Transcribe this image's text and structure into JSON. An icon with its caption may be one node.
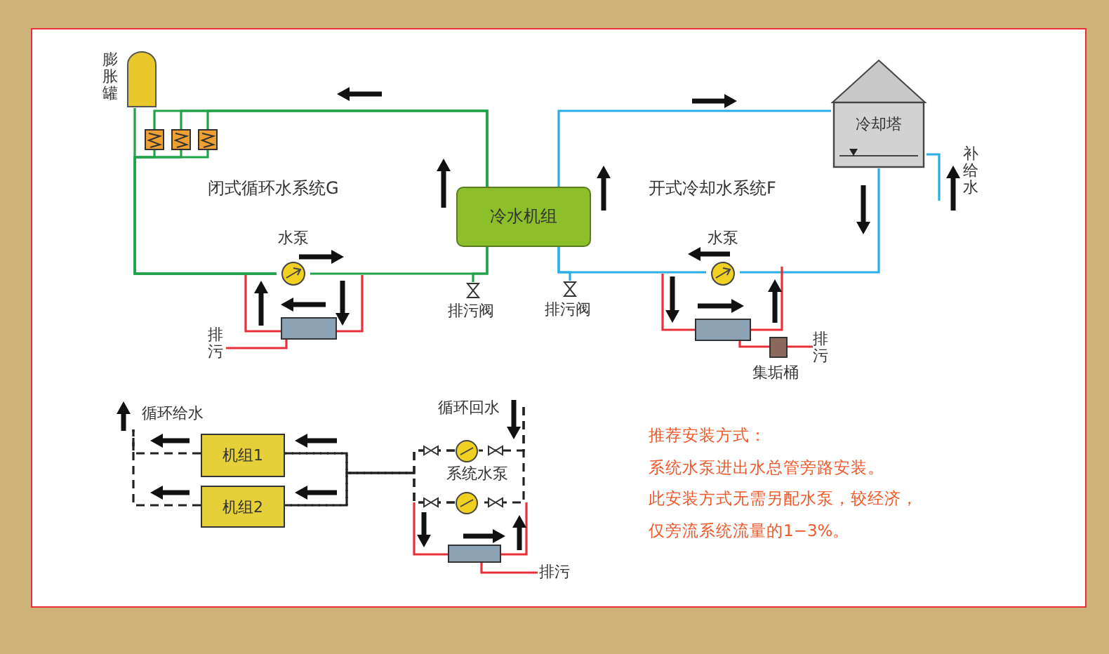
{
  "diagram": {
    "nodes": [
      {
        "text": [
          "膨胀罐"
        ]
      },
      {
        "text": [],
        "shape": "box"
      },
      {
        "text": [],
        "shape": "box"
      },
      {
        "text": [],
        "shape": "box"
      },
      {
        "text": [
          "冷水机组"
        ]
      },
      {
        "text": [
          "冷却塔"
        ]
      },
      {
        "text": [
          "水泵"
        ]
      },
      {
        "text": [],
        "shape": "box"
      },
      {
        "text": [
          "排污"
        ]
      },
      {
        "text": [
          "排污阀"
        ]
      },
      {
        "text": [
          "排污阀"
        ]
      },
      {
        "text": [
          "水泵"
        ]
      },
      {
        "text": [],
        "shape": "box"
      },
      {
        "text": [],
        "shape": "box",
        "beside": [
          "集垢桶"
        ]
      },
      {
        "text": [
          "排污"
        ]
      },
      {
        "text": [
          "机组1"
        ]
      },
      {
        "text": [
          "机组2"
        ]
      },
      {
        "text": [],
        "shape": "circle"
      },
      {
        "text": [],
        "shape": "circle"
      },
      {
        "text": [],
        "shape": "box"
      },
      {
        "text": [
          "排污"
        ]
      }
    ],
    "edges": [
      {
        "from": 0,
        "to": 6,
        "arrow": "none",
        "color": "#22a34a"
      },
      {
        "from": 4,
        "to": 1,
        "arrow": "none",
        "color": "#22a34a"
      },
      {
        "from": 4,
        "to": 2,
        "arrow": "none",
        "color": "#22a34a"
      },
      {
        "from": 4,
        "to": 3,
        "arrow": "none",
        "color": "#22a34a"
      },
      {
        "from": 1,
        "to": 6,
        "arrow": "none",
        "color": "#22a34a"
      },
      {
        "from": 2,
        "to": 6,
        "arrow": "none",
        "color": "#22a34a"
      },
      {
        "from": 3,
        "to": 6,
        "arrow": "none",
        "color": "#22a34a"
      },
      {
        "from": 6,
        "to": 4,
        "arrow": "none",
        "color": "#22a34a"
      },
      {
        "from": 4,
        "to": 9,
        "arrow": "none",
        "color": "#22a34a"
      },
      {
        "from": 7,
        "to": 8,
        "arrow": "none",
        "color": "#e8303a"
      },
      {
        "from": 7,
        "to": null,
        "arrow": "none",
        "color": "#e8303a"
      },
      {
        "from": 7,
        "to": null,
        "arrow": "none",
        "color": "#e8303a"
      },
      {
        "from": 4,
        "to": 5,
        "arrow": "none",
        "color": "#29aee6"
      },
      {
        "from": 5,
        "to": 11,
        "arrow": "none",
        "color": "#29aee6"
      },
      {
        "from": 11,
        "to": 4,
        "arrow": "none",
        "color": "#29aee6"
      },
      {
        "from": 4,
        "to": 10,
        "arrow": "none",
        "color": "#29aee6"
      },
      {
        "from": null,
        "to": 5,
        "arrow": "none",
        "color": "#29aee6"
      },
      {
        "from": 12,
        "to": null,
        "arrow": "none",
        "color": "#e8303a"
      },
      {
        "from": 12,
        "to": null,
        "arrow": "none",
        "color": "#e8303a"
      },
      {
        "from": 12,
        "to": 13,
        "arrow": "none",
        "color": "#e8303a"
      },
      {
        "from": 13,
        "to": 14,
        "arrow": "none",
        "color": "#e8303a"
      },
      {
        "from": 17,
        "to": 15,
        "arrow": "none",
        "style": "dashed",
        "color": "#222222"
      },
      {
        "from": 17,
        "to": 16,
        "arrow": "none",
        "style": "dashed",
        "color": "#222222"
      },
      {
        "from": 18,
        "to": 15,
        "arrow": "none",
        "style": "dashed",
        "color": "#222222"
      },
      {
        "from": 18,
        "to": 16,
        "arrow": "none",
        "style": "dashed",
        "color": "#222222"
      },
      {
        "from": null,
        "to": 17,
        "arrow": "none",
        "style": "dashed",
        "color": "#222222"
      },
      {
        "from": null,
        "to": 18,
        "arrow": "none",
        "style": "dashed",
        "color": "#222222"
      },
      {
        "from": 15,
        "to": null,
        "arrow": "none",
        "style": "dashed",
        "color": "#222222"
      },
      {
        "from": 16,
        "to": null,
        "arrow": "none",
        "style": "dashed",
        "color": "#222222"
      },
      {
        "from": 19,
        "to": null,
        "arrow": "none",
        "color": "#e8303a"
      },
      {
        "from": 19,
        "to": null,
        "arrow": "none",
        "color": "#e8303a"
      },
      {
        "from": 19,
        "to": 20,
        "arrow": "none",
        "color": "#e8303a"
      }
    ],
    "labels": [
      "闭式循环水系统G",
      "开式冷却水系统F",
      "补给水",
      "循环给水",
      "循环回水",
      "系统水泵",
      "推荐安装方式：",
      "系统水泵进出水总管旁路安装。",
      "此安装方式无需另配水泵，较经济，",
      "仅旁流系统流量的1−3%。"
    ]
  }
}
